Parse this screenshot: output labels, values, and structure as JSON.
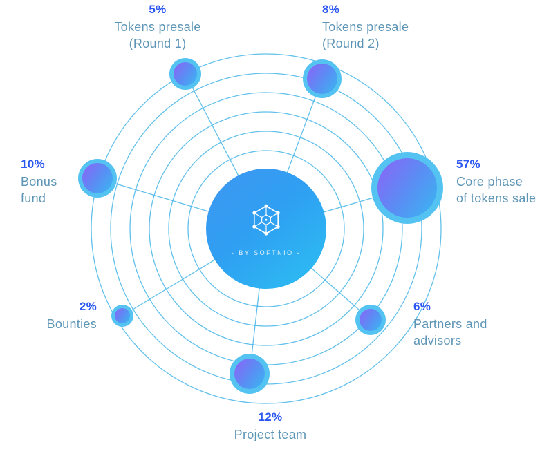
{
  "chart_data": {
    "type": "bubble",
    "layout": "radial-orbit",
    "grid": "concentric-circles",
    "unit": "%",
    "center_label": "- BY SOFTNIO -",
    "categories": [
      "Tokens presale (Round 1)",
      "Tokens presale (Round 2)",
      "Bonus fund",
      "Core phase of tokens sale",
      "Bounties",
      "Partners and advisors",
      "Project team"
    ],
    "values": [
      5,
      8,
      10,
      57,
      2,
      6,
      12
    ],
    "nodes": [
      {
        "id": "tokens-presale-round-1",
        "percent": "5%",
        "value": 5,
        "label": "Tokens presale\n(Round 1)"
      },
      {
        "id": "tokens-presale-round-2",
        "percent": "8%",
        "value": 8,
        "label": "Tokens presale\n(Round 2)"
      },
      {
        "id": "bonus-fund",
        "percent": "10%",
        "value": 10,
        "label": "Bonus\nfund"
      },
      {
        "id": "core-phase",
        "percent": "57%",
        "value": 57,
        "label": "Core phase\nof tokens sale"
      },
      {
        "id": "bounties",
        "percent": "2%",
        "value": 2,
        "label": "Bounties"
      },
      {
        "id": "partners-advisors",
        "percent": "6%",
        "value": 6,
        "label": "Partners and\nadvisors"
      },
      {
        "id": "project-team",
        "percent": "12%",
        "value": 12,
        "label": "Project team"
      }
    ]
  },
  "colors": {
    "percent_text": "#2b57f0",
    "label_text": "#5d95b6",
    "orbit_stroke": "#45b5e8",
    "node_halo": "#55c3f1",
    "node_gradient_start": "#8d63f7",
    "node_gradient_end": "#38b8f1",
    "hub_gradient_start": "#3f97f1",
    "hub_gradient_end": "#2cc0f2",
    "background": "#ffffff"
  }
}
